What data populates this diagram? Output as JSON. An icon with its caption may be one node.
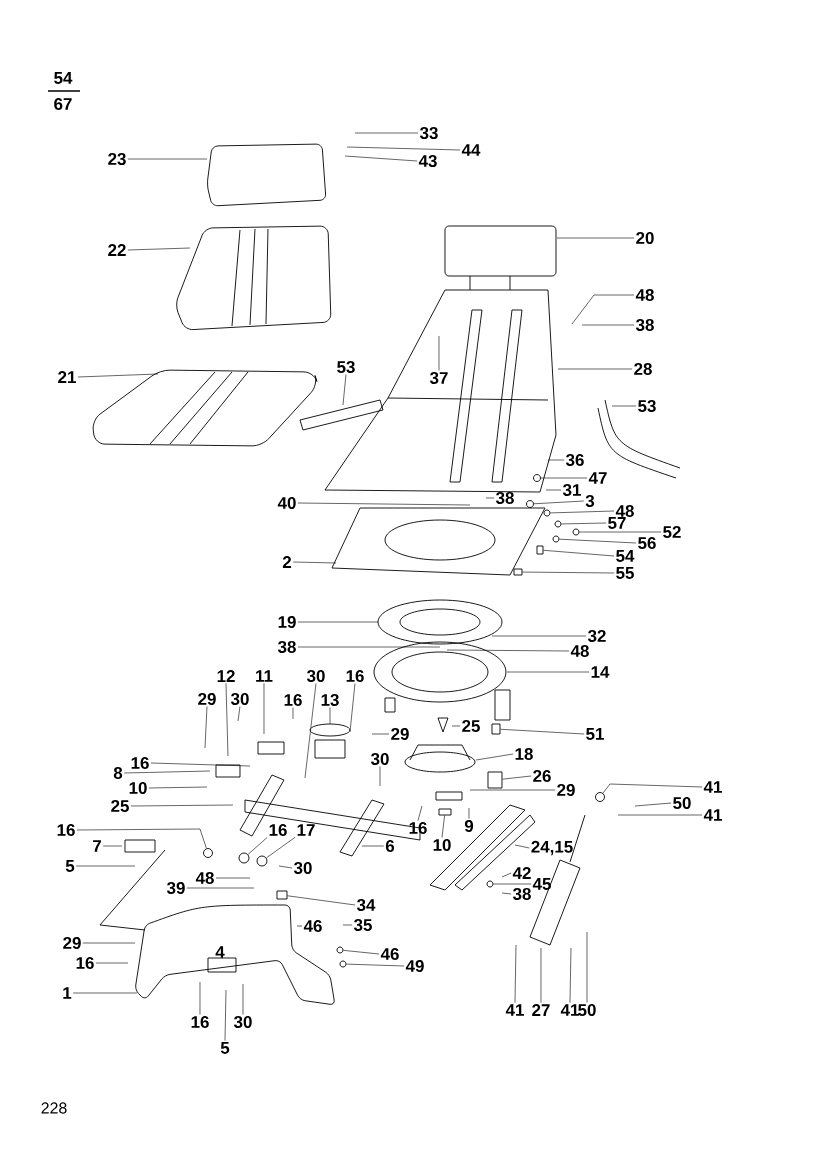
{
  "diagram": {
    "nodes": [
      {
        "text": [
          "33"
        ]
      },
      {
        "text": [
          "44"
        ]
      },
      {
        "text": [
          "43"
        ]
      },
      {
        "text": [
          "23"
        ]
      },
      {
        "text": [
          "22"
        ]
      },
      {
        "text": [
          "20"
        ]
      },
      {
        "text": [
          "48"
        ]
      },
      {
        "text": [
          "38"
        ]
      },
      {
        "text": [
          "37"
        ]
      },
      {
        "text": [
          "28"
        ]
      },
      {
        "text": [
          "21"
        ]
      },
      {
        "text": [
          "53"
        ]
      },
      {
        "text": [
          "53"
        ]
      },
      {
        "text": [
          "36"
        ]
      },
      {
        "text": [
          "47"
        ]
      },
      {
        "text": [
          "31"
        ]
      },
      {
        "text": [
          "38"
        ]
      },
      {
        "text": [
          "3"
        ]
      },
      {
        "text": [
          "40"
        ]
      },
      {
        "text": [
          "48"
        ]
      },
      {
        "text": [
          "57"
        ]
      },
      {
        "text": [
          "52"
        ]
      },
      {
        "text": [
          "56"
        ]
      },
      {
        "text": [
          "54"
        ]
      },
      {
        "text": [
          "55"
        ]
      },
      {
        "text": [
          "2"
        ]
      },
      {
        "text": [
          "19"
        ]
      },
      {
        "text": [
          "38"
        ]
      },
      {
        "text": [
          "32"
        ]
      },
      {
        "text": [
          "48"
        ]
      },
      {
        "text": [
          "14"
        ]
      },
      {
        "text": [
          "12"
        ]
      },
      {
        "text": [
          "11"
        ]
      },
      {
        "text": [
          "30"
        ]
      },
      {
        "text": [
          "29"
        ]
      },
      {
        "text": [
          "30"
        ]
      },
      {
        "text": [
          "16"
        ]
      },
      {
        "text": [
          "13"
        ]
      },
      {
        "text": [
          "16"
        ]
      },
      {
        "text": [
          "29"
        ]
      },
      {
        "text": [
          "25"
        ]
      },
      {
        "text": [
          "51"
        ]
      },
      {
        "text": [
          "18"
        ]
      },
      {
        "text": [
          "16"
        ]
      },
      {
        "text": [
          "30"
        ]
      },
      {
        "text": [
          "8"
        ]
      },
      {
        "text": [
          "29"
        ]
      },
      {
        "text": [
          "26"
        ]
      },
      {
        "text": [
          "41"
        ]
      },
      {
        "text": [
          "50"
        ]
      },
      {
        "text": [
          "25"
        ]
      },
      {
        "text": [
          "41"
        ]
      },
      {
        "text": [
          "10"
        ]
      },
      {
        "text": [
          "9"
        ]
      },
      {
        "text": [
          "16"
        ]
      },
      {
        "text": [
          "10"
        ]
      },
      {
        "text": [
          "24,15"
        ]
      },
      {
        "text": [
          "16"
        ]
      },
      {
        "text": [
          "16"
        ]
      },
      {
        "text": [
          "17"
        ]
      },
      {
        "text": [
          "7"
        ]
      },
      {
        "text": [
          "6"
        ]
      },
      {
        "text": [
          "30"
        ]
      },
      {
        "text": [
          "5"
        ]
      },
      {
        "text": [
          "42"
        ]
      },
      {
        "text": [
          "48"
        ]
      },
      {
        "text": [
          "45"
        ]
      },
      {
        "text": [
          "39"
        ]
      },
      {
        "text": [
          "38"
        ]
      },
      {
        "text": [
          "34"
        ]
      },
      {
        "text": [
          "35"
        ]
      },
      {
        "text": [
          "46"
        ]
      },
      {
        "text": [
          "29"
        ]
      },
      {
        "text": [
          "46"
        ]
      },
      {
        "text": [
          "16"
        ]
      },
      {
        "text": [
          "49"
        ]
      },
      {
        "text": [
          "1"
        ]
      },
      {
        "text": [
          "41"
        ]
      },
      {
        "text": [
          "27"
        ]
      },
      {
        "text": [
          "41"
        ]
      },
      {
        "text": [
          "50"
        ]
      },
      {
        "text": [
          "16"
        ]
      },
      {
        "text": [
          "30"
        ]
      },
      {
        "text": [
          "5"
        ]
      },
      {
        "text": [],
        "shape": "circle"
      },
      {
        "text": [],
        "shape": "circle"
      },
      {
        "text": [],
        "shape": "box"
      },
      {
        "text": [],
        "shape": "box"
      },
      {
        "text": [],
        "shape": "circle"
      },
      {
        "text": [],
        "shape": "box"
      },
      {
        "text": [],
        "shape": "circle"
      },
      {
        "text": [],
        "shape": "circle"
      },
      {
        "text": [],
        "shape": "circle"
      },
      {
        "text": [],
        "shape": "box"
      },
      {
        "text": [],
        "shape": "circle"
      },
      {
        "text": [],
        "shape": "circle"
      },
      {
        "text": [],
        "shape": "circle"
      },
      {
        "text": [],
        "shape": "circle"
      },
      {
        "text": [],
        "shape": "circle"
      },
      {
        "text": [],
        "shape": "circle"
      },
      {
        "text": [],
        "shape": "circle"
      },
      {
        "text": [],
        "shape": "box"
      },
      {
        "text": [],
        "shape": "box"
      }
    ],
    "edges": [
      {
        "from": 0,
        "to": null,
        "arrow": "none"
      },
      {
        "from": 1,
        "to": null,
        "arrow": "none"
      },
      {
        "from": 2,
        "to": null,
        "arrow": "none"
      },
      {
        "from": 3,
        "to": null,
        "arrow": "none"
      },
      {
        "from": 4,
        "to": null,
        "arrow": "none"
      },
      {
        "from": 5,
        "to": null,
        "arrow": "none"
      },
      {
        "from": 6,
        "to": null,
        "arrow": "none"
      },
      {
        "from": 7,
        "to": null,
        "arrow": "none"
      },
      {
        "from": 8,
        "to": null,
        "arrow": "none"
      },
      {
        "from": 9,
        "to": null,
        "arrow": "none"
      },
      {
        "from": 10,
        "to": null,
        "arrow": "none"
      },
      {
        "from": 11,
        "to": null,
        "arrow": "none"
      },
      {
        "from": 12,
        "to": null,
        "arrow": "none"
      },
      {
        "from": 13,
        "to": null,
        "arrow": "none"
      },
      {
        "from": 14,
        "to": 84,
        "arrow": "none"
      },
      {
        "from": 15,
        "to": null,
        "arrow": "none"
      },
      {
        "from": 16,
        "to": null,
        "arrow": "none"
      },
      {
        "from": 17,
        "to": 85,
        "arrow": "none"
      },
      {
        "from": 18,
        "to": null,
        "arrow": "none"
      },
      {
        "from": 19,
        "to": 95,
        "arrow": "none"
      },
      {
        "from": 20,
        "to": 98,
        "arrow": "none"
      },
      {
        "from": 21,
        "to": 99,
        "arrow": "none"
      },
      {
        "from": 22,
        "to": 100,
        "arrow": "none"
      },
      {
        "from": 23,
        "to": 101,
        "arrow": "none"
      },
      {
        "from": 24,
        "to": 102,
        "arrow": "none"
      },
      {
        "from": 25,
        "to": null,
        "arrow": "none"
      },
      {
        "from": 26,
        "to": null,
        "arrow": "none"
      },
      {
        "from": 27,
        "to": null,
        "arrow": "none"
      },
      {
        "from": 28,
        "to": null,
        "arrow": "none"
      },
      {
        "from": 29,
        "to": null,
        "arrow": "none"
      },
      {
        "from": 30,
        "to": null,
        "arrow": "none"
      },
      {
        "from": 31,
        "to": null,
        "arrow": "none"
      },
      {
        "from": 32,
        "to": null,
        "arrow": "none"
      },
      {
        "from": 33,
        "to": null,
        "arrow": "none"
      },
      {
        "from": 34,
        "to": null,
        "arrow": "none"
      },
      {
        "from": 35,
        "to": null,
        "arrow": "none"
      },
      {
        "from": 36,
        "to": null,
        "arrow": "none"
      },
      {
        "from": 37,
        "to": null,
        "arrow": "none"
      },
      {
        "from": 38,
        "to": null,
        "arrow": "none"
      },
      {
        "from": 39,
        "to": null,
        "arrow": "none"
      },
      {
        "from": 40,
        "to": null,
        "arrow": "none"
      },
      {
        "from": 41,
        "to": 86,
        "arrow": "none"
      },
      {
        "from": 42,
        "to": null,
        "arrow": "none"
      },
      {
        "from": 43,
        "to": null,
        "arrow": "none"
      },
      {
        "from": 44,
        "to": null,
        "arrow": "none"
      },
      {
        "from": 45,
        "to": null,
        "arrow": "none"
      },
      {
        "from": 46,
        "to": null,
        "arrow": "none"
      },
      {
        "from": 47,
        "to": 87,
        "arrow": "none"
      },
      {
        "from": 48,
        "to": 88,
        "arrow": "none"
      },
      {
        "from": 49,
        "to": null,
        "arrow": "none"
      },
      {
        "from": 50,
        "to": null,
        "arrow": "none"
      },
      {
        "from": 51,
        "to": null,
        "arrow": "none"
      },
      {
        "from": 52,
        "to": null,
        "arrow": "none"
      },
      {
        "from": 53,
        "to": null,
        "arrow": "none"
      },
      {
        "from": 54,
        "to": null,
        "arrow": "none"
      },
      {
        "from": 55,
        "to": 89,
        "arrow": "none"
      },
      {
        "from": 56,
        "to": null,
        "arrow": "none"
      },
      {
        "from": 57,
        "to": 90,
        "arrow": "none"
      },
      {
        "from": 58,
        "to": 96,
        "arrow": "none"
      },
      {
        "from": 59,
        "to": 91,
        "arrow": "none"
      },
      {
        "from": 60,
        "to": null,
        "arrow": "none"
      },
      {
        "from": 61,
        "to": null,
        "arrow": "none"
      },
      {
        "from": 62,
        "to": null,
        "arrow": "none"
      },
      {
        "from": 63,
        "to": null,
        "arrow": "none"
      },
      {
        "from": 64,
        "to": null,
        "arrow": "none"
      },
      {
        "from": 65,
        "to": null,
        "arrow": "none"
      },
      {
        "from": 66,
        "to": 92,
        "arrow": "none"
      },
      {
        "from": 67,
        "to": null,
        "arrow": "none"
      },
      {
        "from": 68,
        "to": null,
        "arrow": "none"
      },
      {
        "from": 69,
        "to": 93,
        "arrow": "none"
      },
      {
        "from": 70,
        "to": null,
        "arrow": "none"
      },
      {
        "from": 71,
        "to": null,
        "arrow": "none"
      },
      {
        "from": 72,
        "to": null,
        "arrow": "none"
      },
      {
        "from": 73,
        "to": 94,
        "arrow": "none"
      },
      {
        "from": 74,
        "to": null,
        "arrow": "none"
      },
      {
        "from": 75,
        "to": 97,
        "arrow": "none"
      },
      {
        "from": 76,
        "to": null,
        "arrow": "none"
      },
      {
        "from": 77,
        "to": null,
        "arrow": "none"
      },
      {
        "from": 78,
        "to": null,
        "arrow": "none"
      },
      {
        "from": 79,
        "to": null,
        "arrow": "none"
      },
      {
        "from": 80,
        "to": null,
        "arrow": "none"
      },
      {
        "from": 81,
        "to": null,
        "arrow": "none"
      },
      {
        "from": 82,
        "to": null,
        "arrow": "none"
      },
      {
        "from": 83,
        "to": null,
        "arrow": "none"
      }
    ],
    "labels": [
      "54",
      "67",
      "4",
      "228"
    ]
  }
}
